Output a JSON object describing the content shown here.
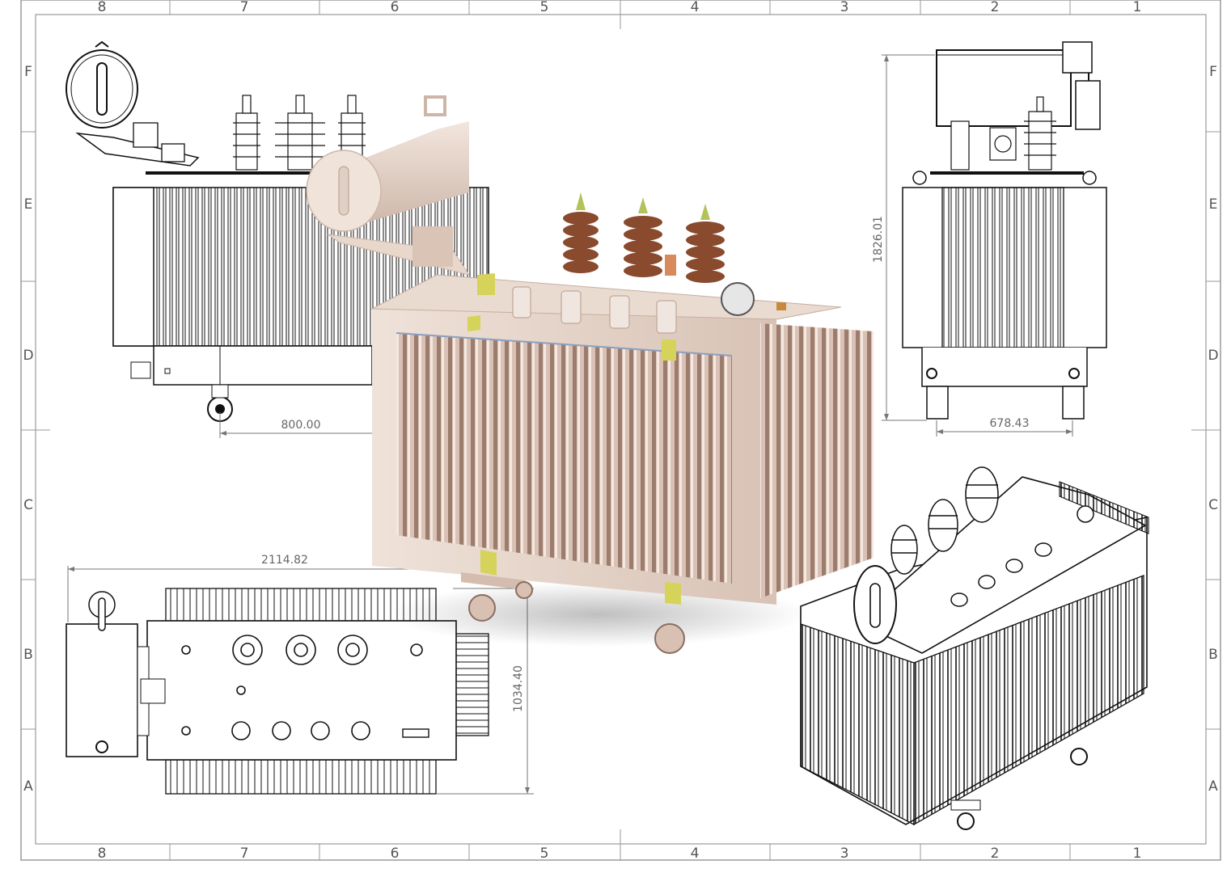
{
  "drawing": {
    "zones_top": [
      "8",
      "7",
      "6",
      "5",
      "4",
      "3",
      "2",
      "1"
    ],
    "zones_bottom": [
      "8",
      "7",
      "6",
      "5",
      "4",
      "3",
      "2",
      "1"
    ],
    "zones_left": [
      "F",
      "E",
      "D",
      "C",
      "B",
      "A"
    ],
    "zones_right": [
      "F",
      "E",
      "D",
      "C",
      "B",
      "A"
    ],
    "dimensions": {
      "front_wheel_spacing": "800.00",
      "side_height": "1826.01",
      "side_wheel_spacing": "678.43",
      "top_length": "2114.82",
      "top_width": "1034.40"
    }
  },
  "colors": {
    "frame": "#9a9a9a",
    "linework": "#111111",
    "tank_body": "#e6d3c8",
    "tank_shadow": "#b89a8a",
    "porcelain": "#8a4a2e",
    "lifting_lug": "#d6d35a"
  }
}
